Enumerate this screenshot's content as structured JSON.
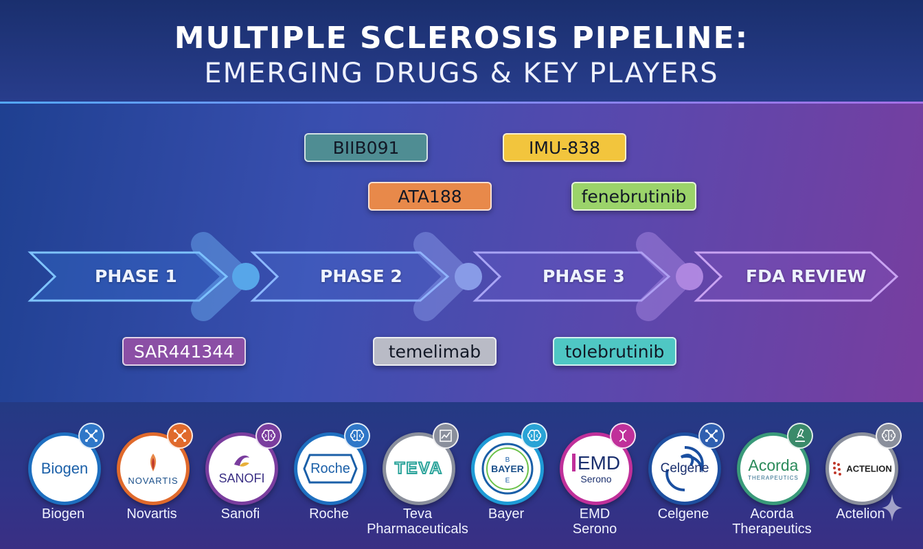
{
  "title": {
    "line1": "MULTIPLE SCLEROSIS PIPELINE:",
    "line2": "EMERGING DRUGS & KEY PLAYERS"
  },
  "phases": [
    {
      "label": "PHASE 1"
    },
    {
      "label": "PHASE 2"
    },
    {
      "label": "PHASE 3"
    },
    {
      "label": "FDA REVIEW"
    }
  ],
  "drugs": [
    {
      "name": "BIIB091",
      "color": "#4f8d93"
    },
    {
      "name": "ATA188",
      "color": "#e8894a"
    },
    {
      "name": "IMU-838",
      "color": "#f2c53d"
    },
    {
      "name": "fenebrutinib",
      "color": "#9bd36a"
    },
    {
      "name": "SAR441344",
      "color": "#8b4fa5"
    },
    {
      "name": "temelimab",
      "color": "#b9bbc6"
    },
    {
      "name": "tolebrutinib",
      "color": "#4fc7c4"
    }
  ],
  "companies": [
    {
      "name": "Biogen",
      "logo": "Biogen",
      "ring": "#1e6fc0",
      "badge_color": "#2f77c8",
      "badge_icon": "network-icon"
    },
    {
      "name": "Novartis",
      "logo": "NOVARTIS",
      "ring": "#e06a2c",
      "badge_color": "#e06a2c",
      "badge_icon": "network-icon"
    },
    {
      "name": "Sanofi",
      "logo": "SANOFI",
      "ring": "#7a3d9e",
      "badge_color": "#7a3d9e",
      "badge_icon": "brain-icon"
    },
    {
      "name": "Roche",
      "logo": "Roche",
      "ring": "#1e6fc0",
      "badge_color": "#2f77c8",
      "badge_icon": "brain-icon"
    },
    {
      "name": "Teva\nPharmaceuticals",
      "logo": "TEVA",
      "ring": "#8a8f9c",
      "badge_color": "#8a8f9c",
      "badge_icon": "chart-icon"
    },
    {
      "name": "Bayer",
      "logo": "BAYER",
      "ring": "#1e9ad6",
      "badge_color": "#29a3d6",
      "badge_icon": "brain-icon"
    },
    {
      "name": "EMD\nSerono",
      "logo": "EMD",
      "logo_sub": "Serono",
      "ring": "#c0309a",
      "badge_color": "#c0309a",
      "badge_icon": "dna-icon"
    },
    {
      "name": "Celgene",
      "logo": "Celgene",
      "ring": "#1e4fa0",
      "badge_color": "#2f5fb0",
      "badge_icon": "network-icon"
    },
    {
      "name": "Acorda\nTherapeutics",
      "logo": "Acorda",
      "logo_sub": "THERAPEUTICS",
      "ring": "#3a9a7a",
      "badge_color": "#3a8a6a",
      "badge_icon": "microscope-icon"
    },
    {
      "name": "Actelion",
      "logo": "ACTELION",
      "ring": "#8a8f9c",
      "badge_color": "#8a8f9c",
      "badge_icon": "brain-icon"
    }
  ]
}
